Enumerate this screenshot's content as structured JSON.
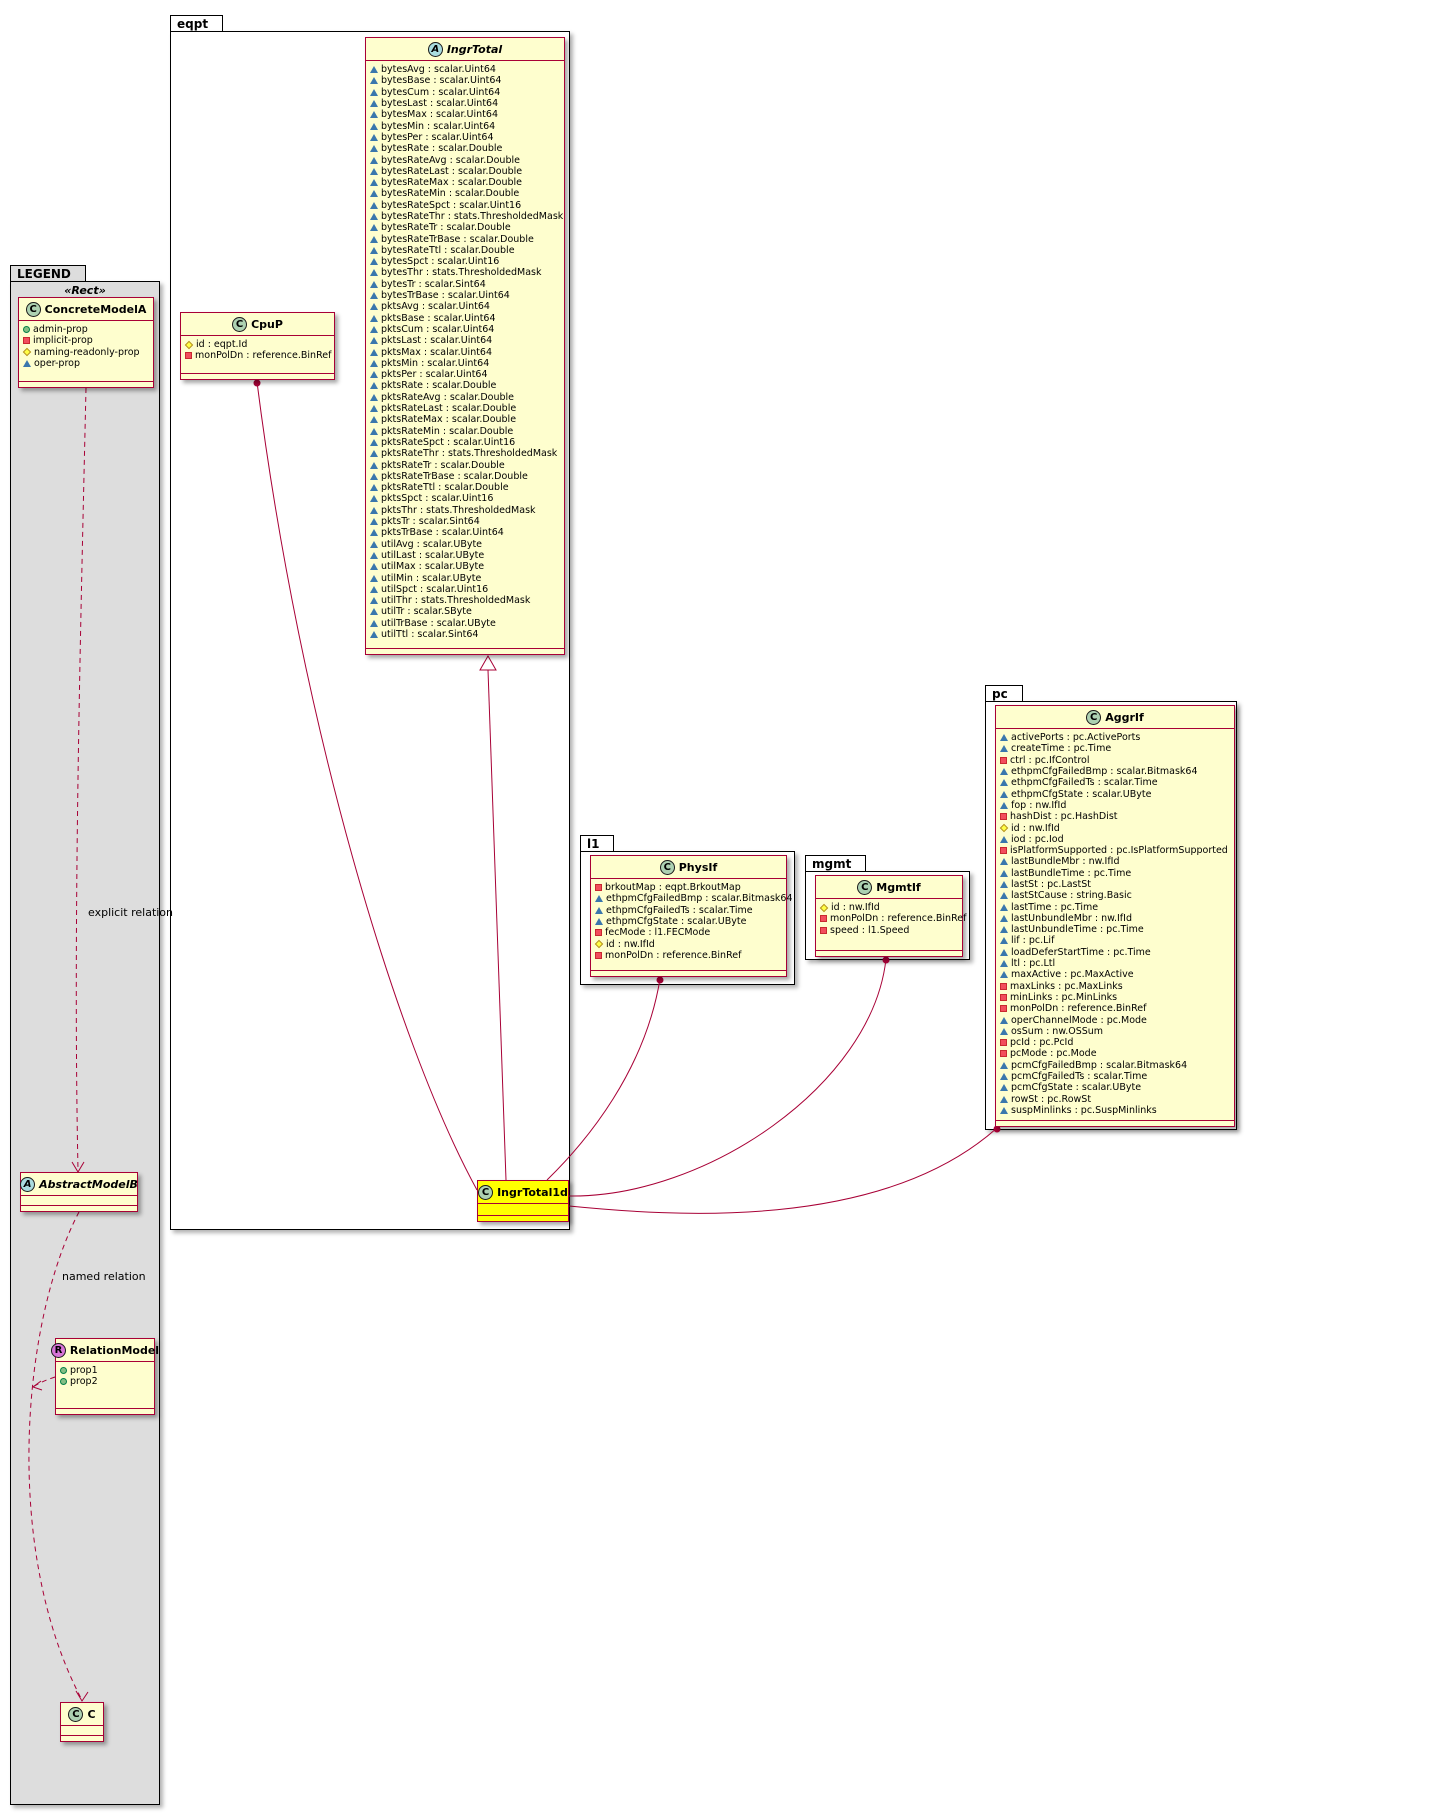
{
  "diagram": {
    "packages": {
      "legend": {
        "label": "LEGEND",
        "stereotype": "«Rect»"
      },
      "eqpt": {
        "label": "eqpt"
      },
      "l1": {
        "label": "l1"
      },
      "mgmt": {
        "label": "mgmt"
      },
      "pc": {
        "label": "pc"
      }
    },
    "relation_labels": {
      "explicit": "explicit relation",
      "named": "named relation"
    },
    "classes": {
      "concreteModelA": {
        "kind": "C",
        "name": "ConcreteModelA",
        "attributes": [
          {
            "vis": "circle",
            "text": "admin-prop"
          },
          {
            "vis": "square",
            "text": "implicit-prop"
          },
          {
            "vis": "diamond",
            "text": "naming-readonly-prop"
          },
          {
            "vis": "triangle",
            "text": "oper-prop"
          }
        ]
      },
      "abstractModelB": {
        "kind": "A",
        "name": "AbstractModelB",
        "attributes": []
      },
      "relationModel": {
        "kind": "R",
        "name": "RelationModel",
        "attributes": [
          {
            "vis": "circle",
            "text": "prop1"
          },
          {
            "vis": "circle",
            "text": "prop2"
          }
        ]
      },
      "c": {
        "kind": "C",
        "name": "C",
        "attributes": []
      },
      "ingrTotal": {
        "kind": "A",
        "name": "IngrTotal",
        "attributes": [
          {
            "vis": "triangle",
            "text": "bytesAvg : scalar.Uint64"
          },
          {
            "vis": "triangle",
            "text": "bytesBase : scalar.Uint64"
          },
          {
            "vis": "triangle",
            "text": "bytesCum : scalar.Uint64"
          },
          {
            "vis": "triangle",
            "text": "bytesLast : scalar.Uint64"
          },
          {
            "vis": "triangle",
            "text": "bytesMax : scalar.Uint64"
          },
          {
            "vis": "triangle",
            "text": "bytesMin : scalar.Uint64"
          },
          {
            "vis": "triangle",
            "text": "bytesPer : scalar.Uint64"
          },
          {
            "vis": "triangle",
            "text": "bytesRate : scalar.Double"
          },
          {
            "vis": "triangle",
            "text": "bytesRateAvg : scalar.Double"
          },
          {
            "vis": "triangle",
            "text": "bytesRateLast : scalar.Double"
          },
          {
            "vis": "triangle",
            "text": "bytesRateMax : scalar.Double"
          },
          {
            "vis": "triangle",
            "text": "bytesRateMin : scalar.Double"
          },
          {
            "vis": "triangle",
            "text": "bytesRateSpct : scalar.Uint16"
          },
          {
            "vis": "triangle",
            "text": "bytesRateThr : stats.ThresholdedMask"
          },
          {
            "vis": "triangle",
            "text": "bytesRateTr : scalar.Double"
          },
          {
            "vis": "triangle",
            "text": "bytesRateTrBase : scalar.Double"
          },
          {
            "vis": "triangle",
            "text": "bytesRateTtl : scalar.Double"
          },
          {
            "vis": "triangle",
            "text": "bytesSpct : scalar.Uint16"
          },
          {
            "vis": "triangle",
            "text": "bytesThr : stats.ThresholdedMask"
          },
          {
            "vis": "triangle",
            "text": "bytesTr : scalar.Sint64"
          },
          {
            "vis": "triangle",
            "text": "bytesTrBase : scalar.Uint64"
          },
          {
            "vis": "triangle",
            "text": "pktsAvg : scalar.Uint64"
          },
          {
            "vis": "triangle",
            "text": "pktsBase : scalar.Uint64"
          },
          {
            "vis": "triangle",
            "text": "pktsCum : scalar.Uint64"
          },
          {
            "vis": "triangle",
            "text": "pktsLast : scalar.Uint64"
          },
          {
            "vis": "triangle",
            "text": "pktsMax : scalar.Uint64"
          },
          {
            "vis": "triangle",
            "text": "pktsMin : scalar.Uint64"
          },
          {
            "vis": "triangle",
            "text": "pktsPer : scalar.Uint64"
          },
          {
            "vis": "triangle",
            "text": "pktsRate : scalar.Double"
          },
          {
            "vis": "triangle",
            "text": "pktsRateAvg : scalar.Double"
          },
          {
            "vis": "triangle",
            "text": "pktsRateLast : scalar.Double"
          },
          {
            "vis": "triangle",
            "text": "pktsRateMax : scalar.Double"
          },
          {
            "vis": "triangle",
            "text": "pktsRateMin : scalar.Double"
          },
          {
            "vis": "triangle",
            "text": "pktsRateSpct : scalar.Uint16"
          },
          {
            "vis": "triangle",
            "text": "pktsRateThr : stats.ThresholdedMask"
          },
          {
            "vis": "triangle",
            "text": "pktsRateTr : scalar.Double"
          },
          {
            "vis": "triangle",
            "text": "pktsRateTrBase : scalar.Double"
          },
          {
            "vis": "triangle",
            "text": "pktsRateTtl : scalar.Double"
          },
          {
            "vis": "triangle",
            "text": "pktsSpct : scalar.Uint16"
          },
          {
            "vis": "triangle",
            "text": "pktsThr : stats.ThresholdedMask"
          },
          {
            "vis": "triangle",
            "text": "pktsTr : scalar.Sint64"
          },
          {
            "vis": "triangle",
            "text": "pktsTrBase : scalar.Uint64"
          },
          {
            "vis": "triangle",
            "text": "utilAvg : scalar.UByte"
          },
          {
            "vis": "triangle",
            "text": "utilLast : scalar.UByte"
          },
          {
            "vis": "triangle",
            "text": "utilMax : scalar.UByte"
          },
          {
            "vis": "triangle",
            "text": "utilMin : scalar.UByte"
          },
          {
            "vis": "triangle",
            "text": "utilSpct : scalar.Uint16"
          },
          {
            "vis": "triangle",
            "text": "utilThr : stats.ThresholdedMask"
          },
          {
            "vis": "triangle",
            "text": "utilTr : scalar.SByte"
          },
          {
            "vis": "triangle",
            "text": "utilTrBase : scalar.UByte"
          },
          {
            "vis": "triangle",
            "text": "utilTtl : scalar.Sint64"
          }
        ]
      },
      "cpup": {
        "kind": "C",
        "name": "CpuP",
        "attributes": [
          {
            "vis": "diamond",
            "text": "id : eqpt.Id"
          },
          {
            "vis": "square",
            "text": "monPolDn : reference.BinRef"
          }
        ]
      },
      "ingrTotal1d": {
        "kind": "C",
        "name": "IngrTotal1d",
        "attributes": []
      },
      "physIf": {
        "kind": "C",
        "name": "PhysIf",
        "attributes": [
          {
            "vis": "square",
            "text": "brkoutMap : eqpt.BrkoutMap"
          },
          {
            "vis": "triangle",
            "text": "ethpmCfgFailedBmp : scalar.Bitmask64"
          },
          {
            "vis": "triangle",
            "text": "ethpmCfgFailedTs : scalar.Time"
          },
          {
            "vis": "triangle",
            "text": "ethpmCfgState : scalar.UByte"
          },
          {
            "vis": "square",
            "text": "fecMode : l1.FECMode"
          },
          {
            "vis": "diamond",
            "text": "id : nw.IfId"
          },
          {
            "vis": "square",
            "text": "monPolDn : reference.BinRef"
          }
        ]
      },
      "mgmtIf": {
        "kind": "C",
        "name": "MgmtIf",
        "attributes": [
          {
            "vis": "diamond",
            "text": "id : nw.IfId"
          },
          {
            "vis": "square",
            "text": "monPolDn : reference.BinRef"
          },
          {
            "vis": "square",
            "text": "speed : l1.Speed"
          }
        ]
      },
      "aggrIf": {
        "kind": "C",
        "name": "AggrIf",
        "attributes": [
          {
            "vis": "triangle",
            "text": "activePorts : pc.ActivePorts"
          },
          {
            "vis": "triangle",
            "text": "createTime : pc.Time"
          },
          {
            "vis": "square",
            "text": "ctrl : pc.IfControl"
          },
          {
            "vis": "triangle",
            "text": "ethpmCfgFailedBmp : scalar.Bitmask64"
          },
          {
            "vis": "triangle",
            "text": "ethpmCfgFailedTs : scalar.Time"
          },
          {
            "vis": "triangle",
            "text": "ethpmCfgState : scalar.UByte"
          },
          {
            "vis": "triangle",
            "text": "fop : nw.IfId"
          },
          {
            "vis": "square",
            "text": "hashDist : pc.HashDist"
          },
          {
            "vis": "diamond",
            "text": "id : nw.IfId"
          },
          {
            "vis": "triangle",
            "text": "iod : pc.Iod"
          },
          {
            "vis": "square",
            "text": "isPlatformSupported : pc.IsPlatformSupported"
          },
          {
            "vis": "triangle",
            "text": "lastBundleMbr : nw.IfId"
          },
          {
            "vis": "triangle",
            "text": "lastBundleTime : pc.Time"
          },
          {
            "vis": "triangle",
            "text": "lastSt : pc.LastSt"
          },
          {
            "vis": "triangle",
            "text": "lastStCause : string.Basic"
          },
          {
            "vis": "triangle",
            "text": "lastTime : pc.Time"
          },
          {
            "vis": "triangle",
            "text": "lastUnbundleMbr : nw.IfId"
          },
          {
            "vis": "triangle",
            "text": "lastUnbundleTime : pc.Time"
          },
          {
            "vis": "triangle",
            "text": "lif : pc.Lif"
          },
          {
            "vis": "triangle",
            "text": "loadDeferStartTime : pc.Time"
          },
          {
            "vis": "triangle",
            "text": "ltl : pc.Ltl"
          },
          {
            "vis": "triangle",
            "text": "maxActive : pc.MaxActive"
          },
          {
            "vis": "square",
            "text": "maxLinks : pc.MaxLinks"
          },
          {
            "vis": "square",
            "text": "minLinks : pc.MinLinks"
          },
          {
            "vis": "square",
            "text": "monPolDn : reference.BinRef"
          },
          {
            "vis": "triangle",
            "text": "operChannelMode : pc.Mode"
          },
          {
            "vis": "triangle",
            "text": "osSum : nw.OSSum"
          },
          {
            "vis": "square",
            "text": "pcId : pc.PcId"
          },
          {
            "vis": "square",
            "text": "pcMode : pc.Mode"
          },
          {
            "vis": "triangle",
            "text": "pcmCfgFailedBmp : scalar.Bitmask64"
          },
          {
            "vis": "triangle",
            "text": "pcmCfgFailedTs : scalar.Time"
          },
          {
            "vis": "triangle",
            "text": "pcmCfgState : scalar.UByte"
          },
          {
            "vis": "triangle",
            "text": "rowSt : pc.RowSt"
          },
          {
            "vis": "triangle",
            "text": "suspMinlinks : pc.SuspMinlinks"
          }
        ]
      }
    },
    "colors": {
      "class-bg": "#FEFECE",
      "class-border": "#A80036",
      "edge": "#A80036",
      "highlight-bg": "#FFFF00",
      "legend-bg": "#DDDDDD",
      "spot-class-bg": "#ADD1B2",
      "spot-abstract-bg": "#A9DCDF",
      "spot-relation-bg": "#D774D7"
    }
  }
}
